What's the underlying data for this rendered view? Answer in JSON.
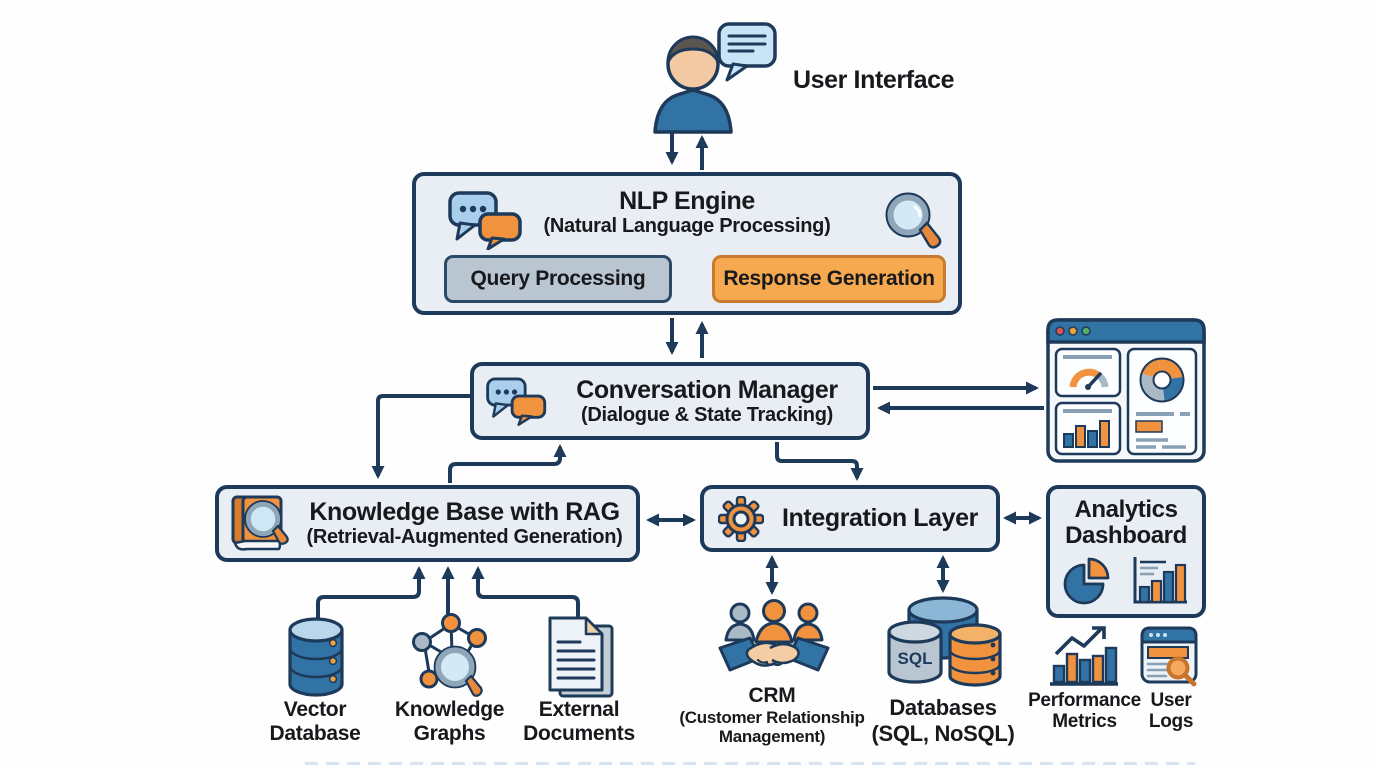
{
  "colors": {
    "outline_navy": "#1e3a5a",
    "box_fill": "#e9eef5",
    "accent_orange": "#f0923e",
    "accent_orange_dark": "#c87a2e",
    "accent_blue": "#3273a6",
    "light_blue": "#c8e4f6",
    "gray_blue": "#b9c5d1",
    "text": "#17191c"
  },
  "icons": {
    "top": "user-with-chat-bubble-icon",
    "nlp_left": "chat-bubbles-icon",
    "nlp_right": "magnifier-icon",
    "conversation_manager": "chat-bubbles-icon",
    "knowledge_base": "book-with-magnifier-icon",
    "integration_layer": "gear-icon",
    "analytics_dashboard": [
      "pie-chart-icon",
      "bar-chart-icon"
    ],
    "right_of_conversation_manager": "dashboard-window-thumbnail",
    "vector_database": "database-cylinder-icon",
    "knowledge_graphs": "graph-nodes-with-magnifier-icon",
    "external_documents": "documents-icon",
    "crm": "handshake-people-icon",
    "databases": "three-database-cylinders-icon",
    "performance_metrics": "bar-chart-trend-icon",
    "user_logs": "browser-log-magnifier-icon"
  },
  "nodes": {
    "user_interface": {
      "label": "User Interface"
    },
    "nlp_engine": {
      "title": "NLP Engine",
      "subtitle": "(Natural Language Processing)",
      "query_processing_label": "Query Processing",
      "response_generation_label": "Response Generation"
    },
    "conversation_manager": {
      "title": "Conversation Manager",
      "subtitle": "(Dialogue & State Tracking)"
    },
    "knowledge_base": {
      "title": "Knowledge Base with RAG",
      "subtitle": "(Retrieval-Augmented Generation)"
    },
    "integration_layer": {
      "title": "Integration Layer"
    },
    "analytics_dashboard": {
      "title": "Analytics Dashboard"
    },
    "vector_database": {
      "label": "Vector Database"
    },
    "knowledge_graphs": {
      "label": "Knowledge Graphs"
    },
    "external_documents": {
      "label": "External Documents"
    },
    "crm": {
      "title": "CRM",
      "subtitle": "(Customer Relationship Management)"
    },
    "databases": {
      "title": "Databases",
      "subtitle": "(SQL, NoSQL)",
      "cylinder_text": "SQL"
    },
    "performance_metrics": {
      "label": "Performance Metrics"
    },
    "user_logs": {
      "label": "User Logs"
    }
  }
}
